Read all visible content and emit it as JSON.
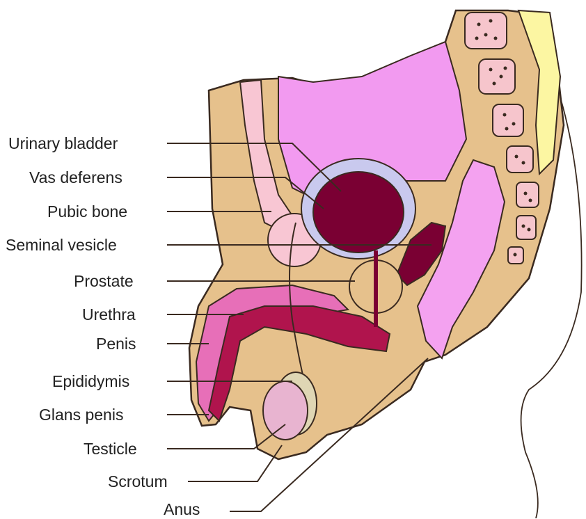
{
  "labels": {
    "urinary_bladder": "Urinary bladder",
    "vas_deferens": "Vas deferens",
    "pubic_bone": "Pubic bone",
    "seminal_vesicle": "Seminal vesicle",
    "prostate": "Prostate",
    "urethra": "Urethra",
    "penis": "Penis",
    "epididymis": "Epididymis",
    "glans_penis": "Glans penis",
    "testicle": "Testicle",
    "scrotum": "Scrotum",
    "anus": "Anus"
  },
  "colors": {
    "tissue": "#e6c18c",
    "bladder_cavity": "#f29af0",
    "bladder_inner": "#7a0033",
    "bladder_wall": "#c9c9ee",
    "pubic_bone": "#f8c6d3",
    "penis_outer": "#e76fb8",
    "penis_inner": "#b0144d",
    "testicle": "#e8b4d0",
    "vertebra": "#f6c5cc",
    "spinal_yellow": "#fcf6a2",
    "rectum": "#f4a2f0",
    "outline": "#3a2a20"
  }
}
